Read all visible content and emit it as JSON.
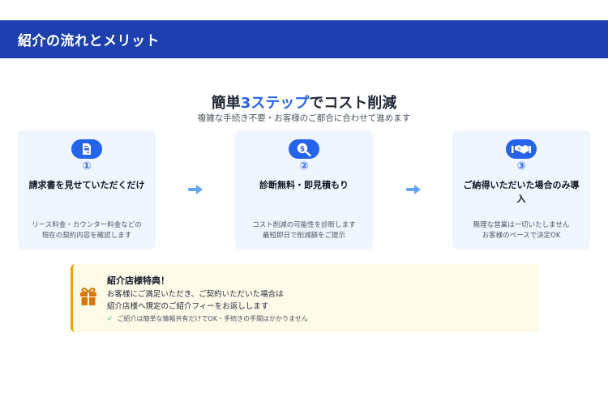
{
  "header": {
    "title": "紹介の流れとメリット",
    "bg_color": "#1e40af"
  },
  "intro": {
    "headline_pre": "簡単",
    "headline_accent": "3ステップ",
    "headline_post": "でコスト削減",
    "subline": "複雑な手続き不要・お客様のご都合に合わせて進めます"
  },
  "steps": [
    {
      "icon": "document-icon",
      "number": "①",
      "title": "請求書を見せていただくだけ",
      "desc_line1": "リース料金・カウンター料金などの",
      "desc_line2": "現在の契約内容を確認します"
    },
    {
      "icon": "search-dollar-icon",
      "number": "②",
      "title": "診断無料・即見積もり",
      "desc_line1": "コスト削減の可能性を診断します",
      "desc_line2": "最短即日で削減額をご提示"
    },
    {
      "icon": "handshake-icon",
      "number": "③",
      "title": "ご納得いただいた場合のみ導入",
      "desc_line1": "無理な営業は一切いたしません",
      "desc_line2": "お客様のペースで決定OK"
    }
  ],
  "benefit": {
    "title": "紹介店様特典！",
    "body_line1": "お客様にご満足いただき、ご契約いただいた場合は",
    "body_line2": "紹介店様へ規定のご紹介フィーをお返しします",
    "note": "ご紹介は簡単な情報共有だけでOK・手続きの手間はかかりません"
  },
  "colors": {
    "accent": "#2563eb",
    "card_bg": "#eff6ff",
    "arrow": "#60a5fa",
    "benefit_bg": "#fefae8",
    "benefit_border": "#f59e0b",
    "gift": "#d97706",
    "check": "#22c55e"
  }
}
